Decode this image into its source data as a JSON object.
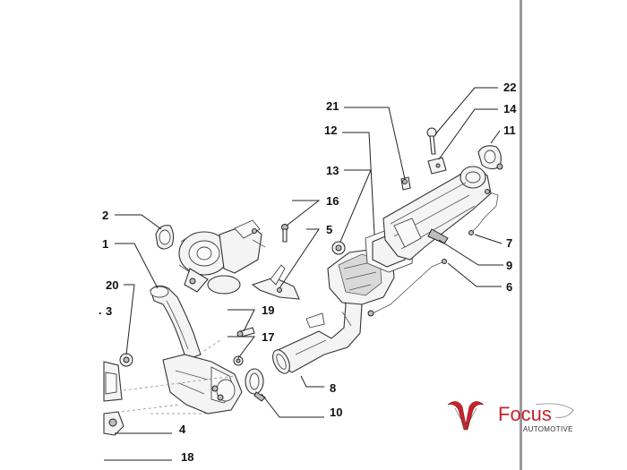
{
  "callouts": {
    "c1": "1",
    "c2": "2",
    "c3": "3",
    "c4": "4",
    "c5": "5",
    "c6": "6",
    "c7": "7",
    "c8": "8",
    "c9": "9",
    "c10": "10",
    "c11": "11",
    "c12": "12",
    "c13": "13",
    "c14": "14",
    "c16": "16",
    "c17": "17",
    "c18": "18",
    "c19": "19",
    "c20": "20",
    "c21": "21",
    "c22": "22"
  },
  "logo": {
    "name": "Focus",
    "tagline": "AUTOMOTIVE",
    "brand_color": "#c8232c"
  }
}
